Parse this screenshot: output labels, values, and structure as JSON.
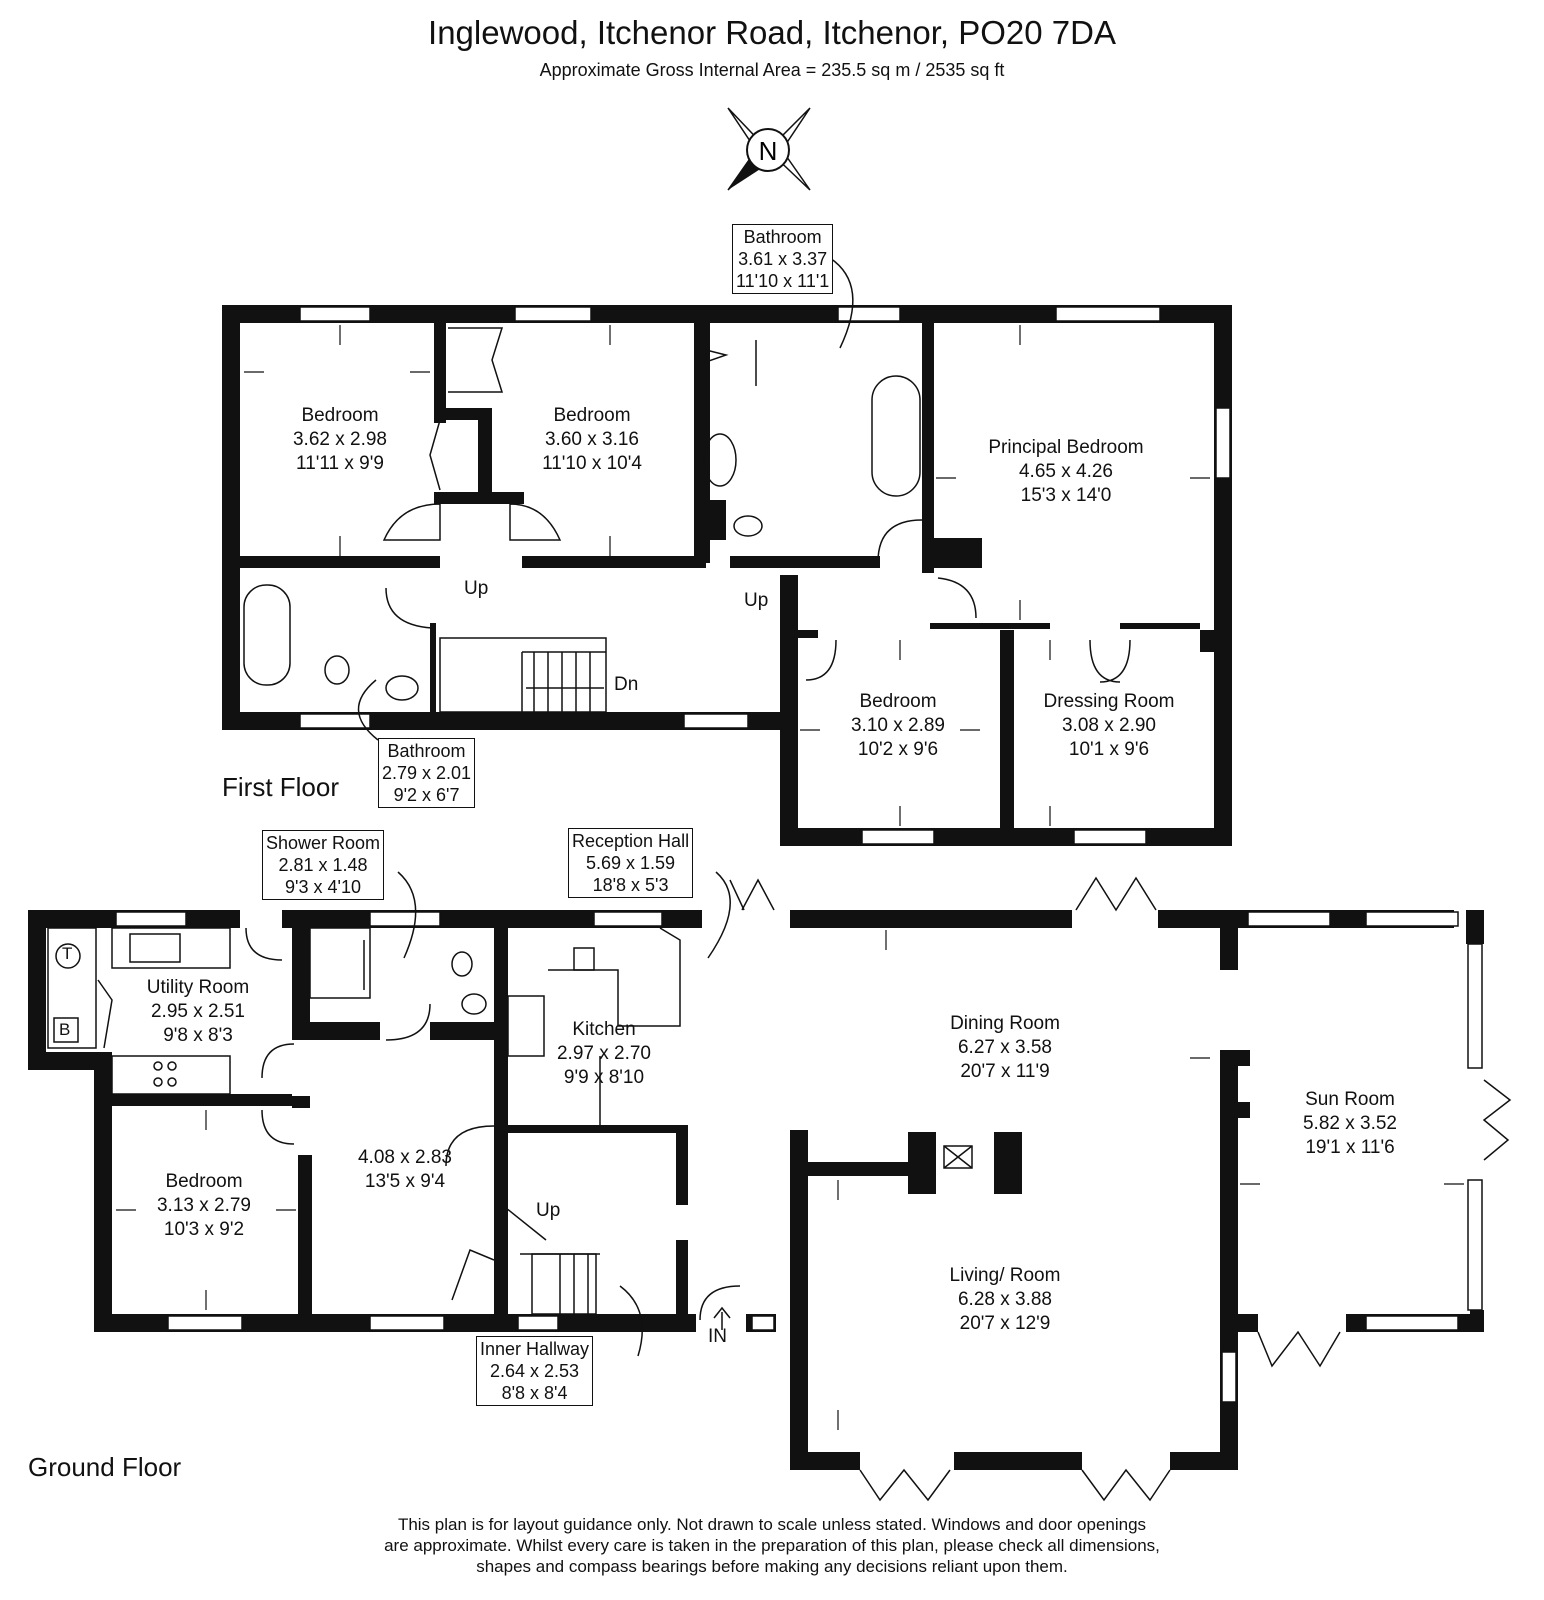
{
  "header": {
    "title": "Inglewood, Itchenor Road, Itchenor, PO20 7DA",
    "subtitle": "Approximate Gross Internal Area = 235.5 sq m / 2535 sq ft"
  },
  "compass": {
    "label": "N"
  },
  "first_floor": {
    "label": "First Floor",
    "rooms": {
      "bedroom_1": {
        "name": "Bedroom",
        "metric": "3.62 x 2.98",
        "imperial": "11'11 x 9'9"
      },
      "bedroom_2": {
        "name": "Bedroom",
        "metric": "3.60 x 3.16",
        "imperial": "11'10 x 10'4"
      },
      "bathroom_main": {
        "name": "Bathroom",
        "metric": "3.61 x 3.37",
        "imperial": "11'10 x 11'1"
      },
      "principal_bedroom": {
        "name": "Principal Bedroom",
        "metric": "4.65 x 4.26",
        "imperial": "15'3 x 14'0"
      },
      "bathroom_small": {
        "name": "Bathroom",
        "metric": "2.79 x 2.01",
        "imperial": "9'2 x 6'7"
      },
      "bedroom_3": {
        "name": "Bedroom",
        "metric": "3.10 x 2.89",
        "imperial": "10'2 x 9'6"
      },
      "dressing_room": {
        "name": "Dressing Room",
        "metric": "3.08 x 2.90",
        "imperial": "10'1 x 9'6"
      }
    },
    "stair_labels": {
      "up_1": "Up",
      "up_2": "Up",
      "down": "Dn"
    }
  },
  "ground_floor": {
    "label": "Ground Floor",
    "rooms": {
      "shower_room": {
        "name": "Shower Room",
        "metric": "2.81 x 1.48",
        "imperial": "9'3 x 4'10"
      },
      "reception_hall": {
        "name": "Reception Hall",
        "metric": "5.69 x 1.59",
        "imperial": "18'8 x 5'3"
      },
      "utility_room": {
        "name": "Utility Room",
        "metric": "2.95 x 2.51",
        "imperial": "9'8 x 8'3"
      },
      "kitchen": {
        "name": "Kitchen",
        "metric": "2.97 x 2.70",
        "imperial": "9'9 x 8'10"
      },
      "dining_room": {
        "name": "Dining Room",
        "metric": "6.27 x 3.58",
        "imperial": "20'7 x 11'9"
      },
      "sun_room": {
        "name": "Sun Room",
        "metric": "5.82 x 3.52",
        "imperial": "19'1 x 11'6"
      },
      "hall_room": {
        "metric": "4.08 x 2.83",
        "imperial": "13'5 x 9'4"
      },
      "bedroom": {
        "name": "Bedroom",
        "metric": "3.13 x 2.79",
        "imperial": "10'3 x 9'2"
      },
      "living_room": {
        "name": "Living/ Room",
        "metric": "6.28 x 3.88",
        "imperial": "20'7 x 12'9"
      },
      "inner_hallway": {
        "name": "Inner Hallway",
        "metric": "2.64 x 2.53",
        "imperial": "8'8 x 8'4"
      }
    },
    "marks": {
      "boiler_t": "T",
      "boiler_b": "B",
      "stair_up": "Up",
      "entrance": "IN"
    }
  },
  "disclaimer": {
    "line1": "This plan is for layout guidance only. Not drawn to scale unless stated. Windows and door openings",
    "line2": "are approximate. Whilst every care is taken in the preparation of this plan, please check all dimensions,",
    "line3": "shapes and compass bearings before making any decisions reliant upon them."
  }
}
